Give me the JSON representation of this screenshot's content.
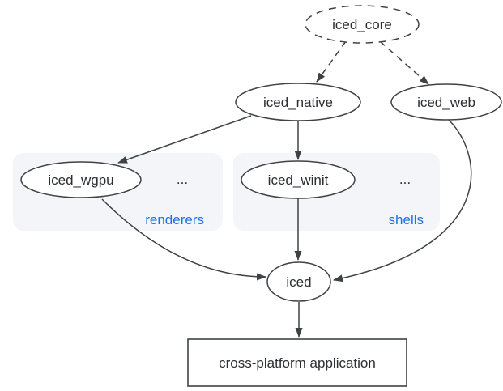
{
  "diagram": {
    "description": "iced ecosystem dependency graph",
    "nodes": {
      "iced_core": "iced_core",
      "iced_native": "iced_native",
      "iced_web": "iced_web",
      "iced_wgpu": "iced_wgpu",
      "iced_winit": "iced_winit",
      "iced": "iced",
      "application": "cross-platform application"
    },
    "groups": {
      "renderers": {
        "label": "renderers",
        "more": "..."
      },
      "shells": {
        "label": "shells",
        "more": "..."
      }
    },
    "edges": [
      {
        "from": "iced_core",
        "to": "iced_native",
        "style": "dashed"
      },
      {
        "from": "iced_core",
        "to": "iced_web",
        "style": "dashed"
      },
      {
        "from": "iced_native",
        "to": "iced_wgpu",
        "style": "solid"
      },
      {
        "from": "iced_native",
        "to": "iced_winit",
        "style": "solid"
      },
      {
        "from": "iced_wgpu",
        "to": "iced",
        "style": "solid-curved"
      },
      {
        "from": "iced_winit",
        "to": "iced",
        "style": "solid"
      },
      {
        "from": "iced_web",
        "to": "iced",
        "style": "solid-curved"
      },
      {
        "from": "iced",
        "to": "application",
        "style": "solid"
      }
    ],
    "colors": {
      "background": "#ffffff",
      "node_fill": "#ffffff",
      "node_stroke": "#3f4245",
      "edge": "#3f4245",
      "text": "#2b2e33",
      "group_fill": "#f3f5f9",
      "group_label": "#1a73e8"
    }
  }
}
